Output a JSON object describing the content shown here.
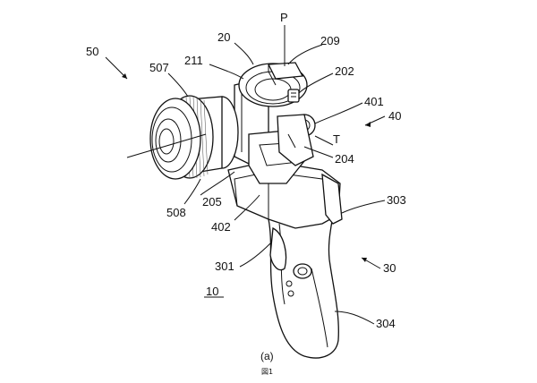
{
  "labels": {
    "l50": "50",
    "l507": "507",
    "l20": "20",
    "lP": "P",
    "l209": "209",
    "l211": "211",
    "l202": "202",
    "l401": "401",
    "l40": "40",
    "lT": "T",
    "l204": "204",
    "l205": "205",
    "l508": "508",
    "l402": "402",
    "l303": "303",
    "l301": "301",
    "l30": "30",
    "l10": "10",
    "l304": "304"
  },
  "caption": "(a)",
  "figure_number": "図1"
}
